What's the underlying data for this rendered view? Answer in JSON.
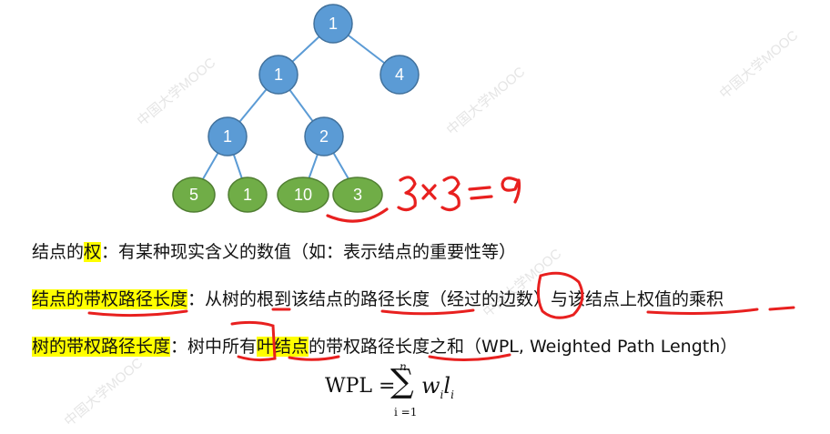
{
  "watermark": "中国大学MOOC",
  "tree": {
    "nodes": [
      {
        "id": "root",
        "label": "1",
        "color": "#5b9bd5"
      },
      {
        "id": "l1",
        "label": "1",
        "color": "#5b9bd5"
      },
      {
        "id": "r1",
        "label": "4",
        "color": "#5b9bd5"
      },
      {
        "id": "l2",
        "label": "1",
        "color": "#5b9bd5"
      },
      {
        "id": "m2",
        "label": "2",
        "color": "#5b9bd5"
      },
      {
        "id": "leaf1",
        "label": "5",
        "color": "#70ad47"
      },
      {
        "id": "leaf2",
        "label": "1",
        "color": "#70ad47"
      },
      {
        "id": "leaf3",
        "label": "10",
        "color": "#70ad47"
      },
      {
        "id": "leaf4",
        "label": "3",
        "color": "#70ad47"
      }
    ],
    "edge_color": "#5b9bd5"
  },
  "annotation_handwritten": "3×3=9",
  "lines": [
    {
      "prefix": "结点的",
      "hl": "权",
      "rest": "：有某种现实含义的数值（如：表示结点的重要性等）"
    },
    {
      "hl": "结点的带权路径长度",
      "rest": "：从树的根到该结点的路径长度（经过的边数）与该结点上权值的乘积"
    },
    {
      "hl": "树的带权路径长度",
      "rest_a": "：树中所有",
      "hl2": "叶结点",
      "rest_b": "的带权路径长度之和（WPL, Weighted Path Length）"
    }
  ],
  "formula": {
    "lhs": "WPL =",
    "upper": "n",
    "lower": "i =1",
    "w": "w",
    "wsub": "i",
    "l": "l",
    "lsub": "i"
  },
  "colors": {
    "highlight": "#ffff00",
    "handwriting": "#e8201f"
  }
}
